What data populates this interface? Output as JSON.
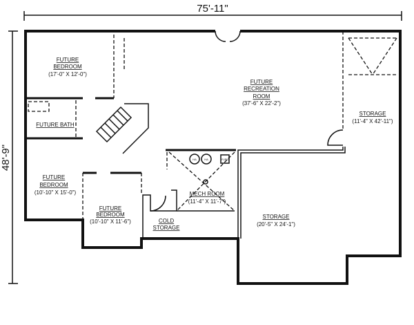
{
  "dimensions": {
    "width": "75'-11\"",
    "depth": "48'-9\""
  },
  "rooms": [
    {
      "name": "bedroom-1",
      "line1": "FUTURE",
      "line2": "BEDROOM",
      "size": "(17'-0\" X 12'-0\")"
    },
    {
      "name": "bath",
      "line1": "FUTURE BATH"
    },
    {
      "name": "bedroom-2",
      "line1": "FUTURE",
      "line2": "BEDROOM",
      "size": "(10'-10\" X 15'-0\")"
    },
    {
      "name": "bedroom-3",
      "line1": "FUTURE",
      "line2": "BEDROOM",
      "size": "(10'-10\" X 11'-6\")"
    },
    {
      "name": "recreation",
      "line1": "FUTURE",
      "line2": "RECREATION",
      "line3": "ROOM",
      "size": "(37'-6\" X 22'-2\")"
    },
    {
      "name": "storage-east",
      "line1": "STORAGE",
      "size": "(11'-4\" X 42'-11\")"
    },
    {
      "name": "mech",
      "line1": "MECH ROOM",
      "size": "(11'-4\" X 11'-7\")"
    },
    {
      "name": "cold-storage",
      "line1": "COLD",
      "line2": "STORAGE"
    },
    {
      "name": "storage-south",
      "line1": "STORAGE",
      "size": "(20'-5\" X 24'-1\")"
    }
  ],
  "equipment": {
    "heater1": "HA",
    "heater2": "HA",
    "furnace": "FURN"
  }
}
